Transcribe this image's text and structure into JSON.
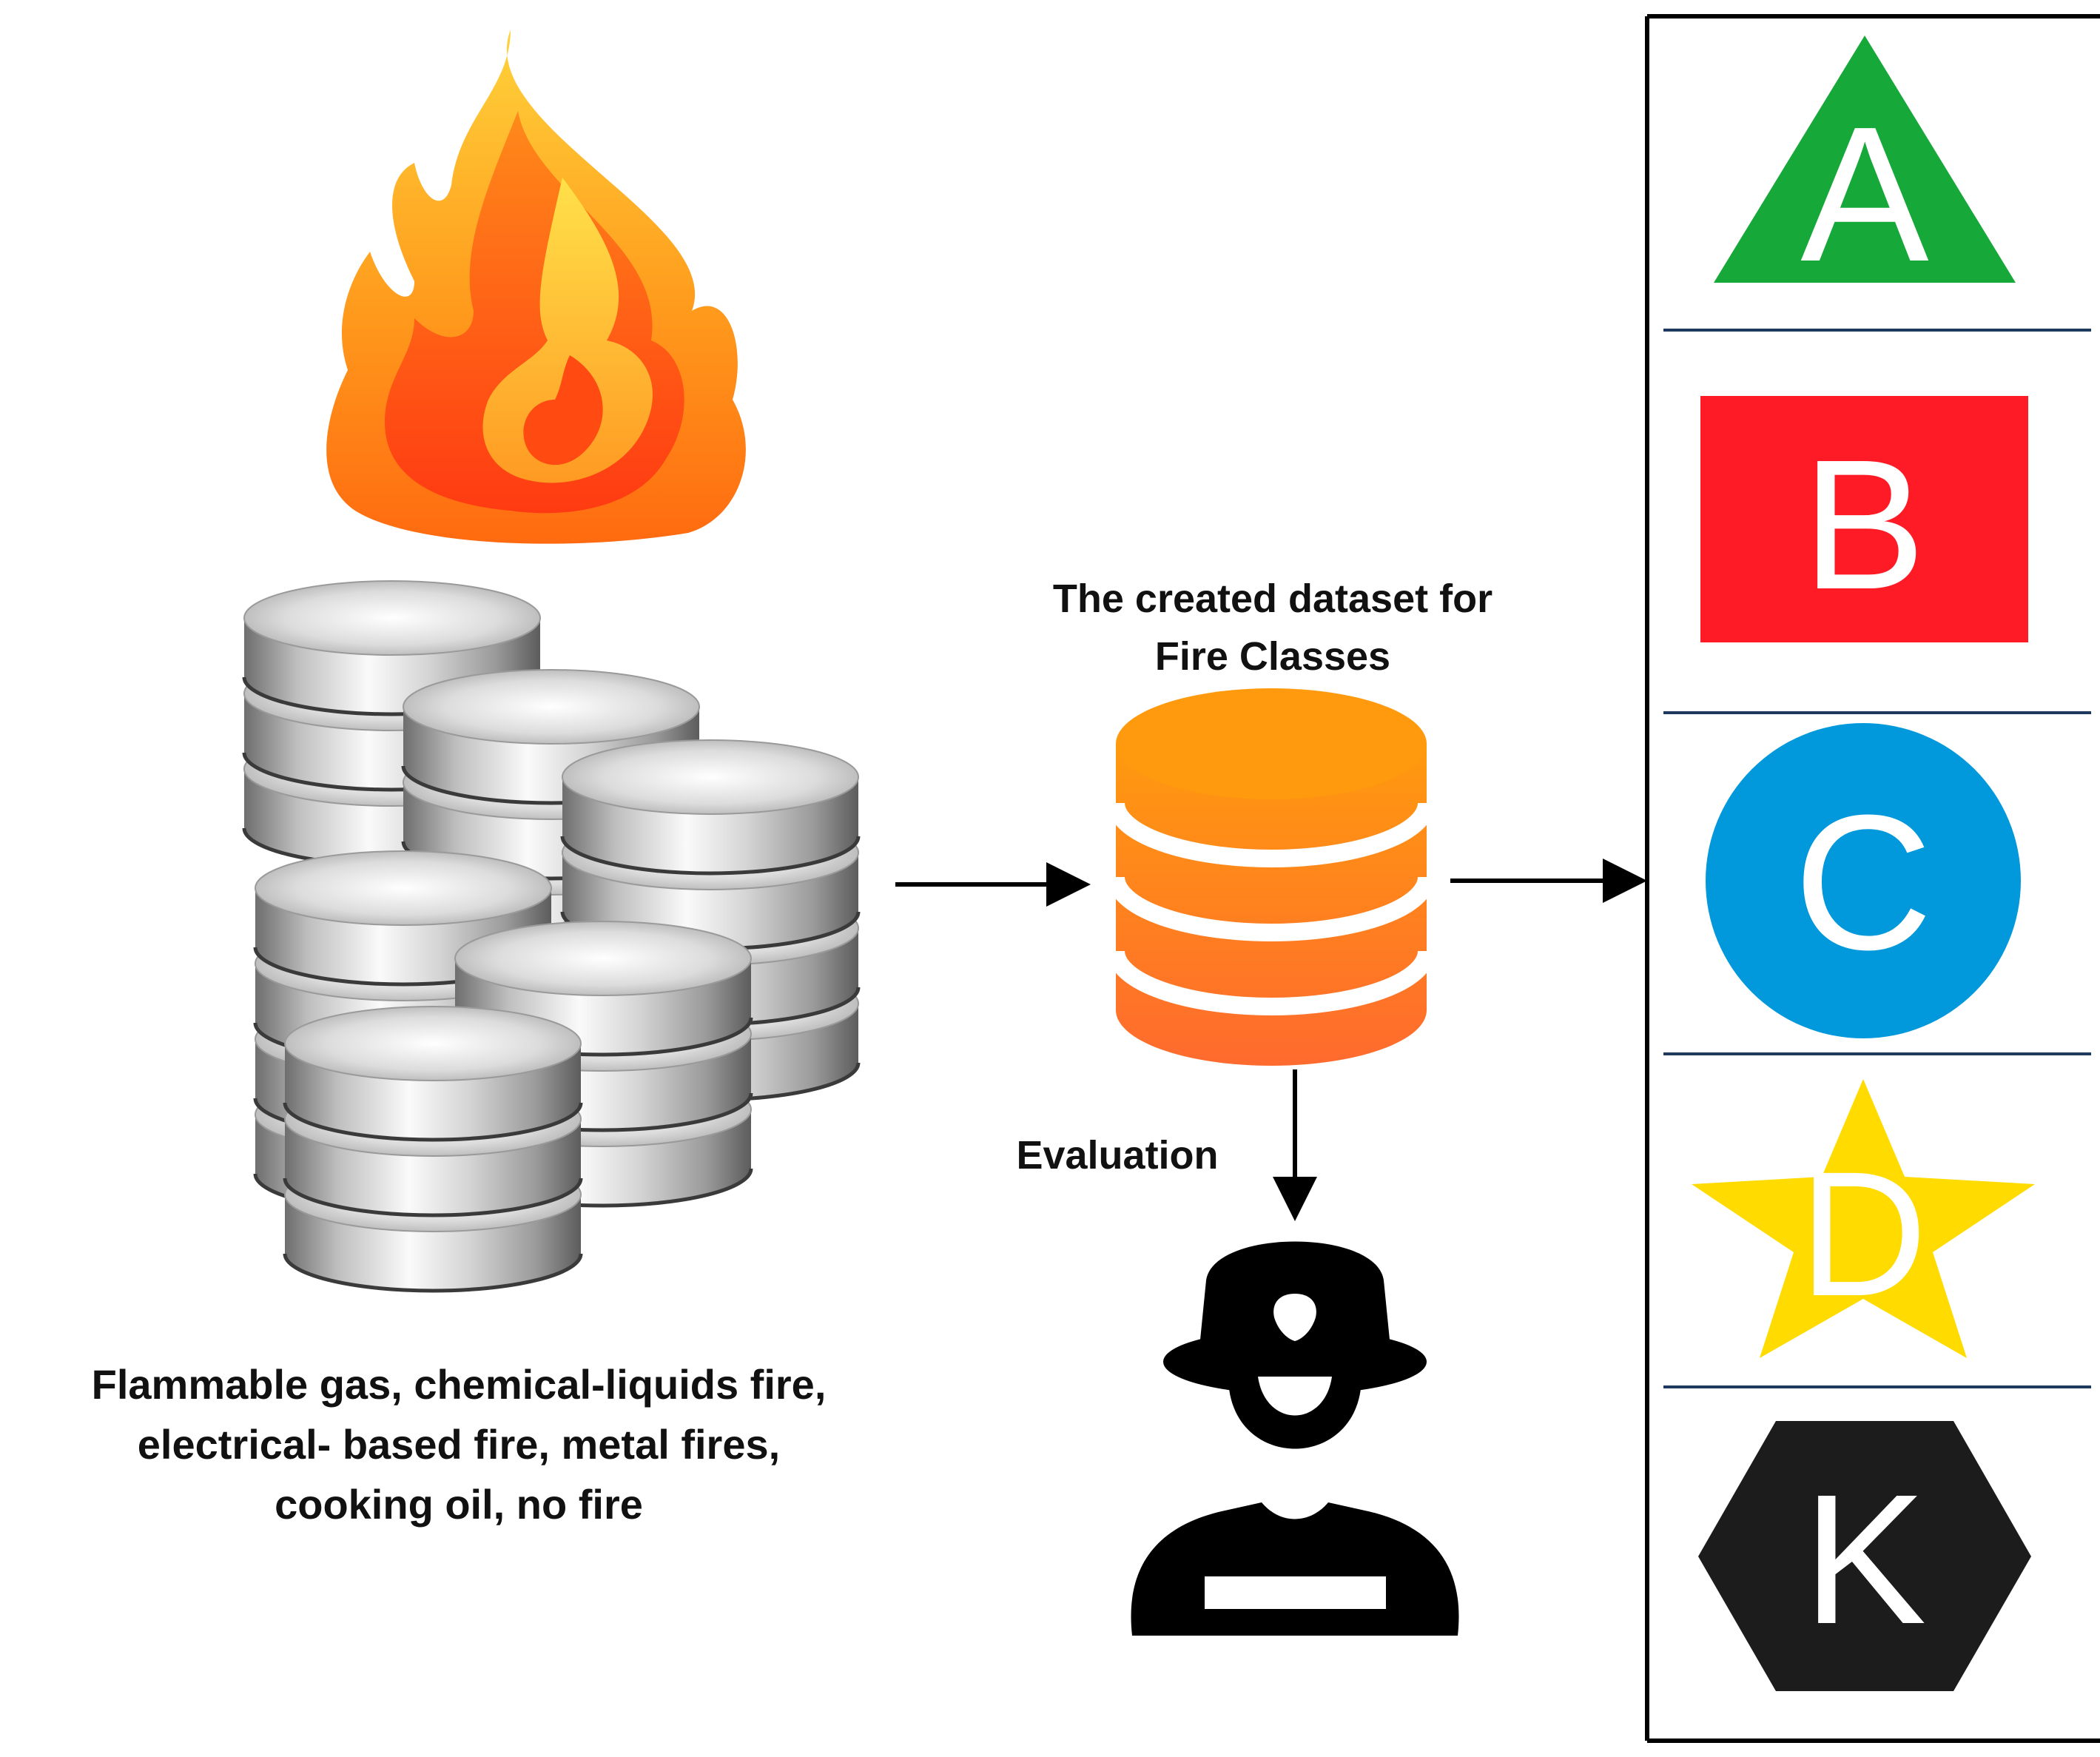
{
  "source_caption": {
    "lines": [
      "Flammable gas, chemical-liquids fire,",
      "electrical- based fire, metal fires,",
      "cooking oil, no fire"
    ]
  },
  "dataset_caption": {
    "lines": [
      "The created dataset for",
      "Fire Classes"
    ]
  },
  "evaluation_label": "Evaluation",
  "fire_classes": [
    {
      "letter": "A",
      "shape": "triangle",
      "color": "#17a83a",
      "letter_color": "#ffffff"
    },
    {
      "letter": "B",
      "shape": "square",
      "color": "#fe1b26",
      "letter_color": "#ffffff"
    },
    {
      "letter": "C",
      "shape": "circle",
      "color": "#0198dc",
      "letter_color": "#ffffff"
    },
    {
      "letter": "D",
      "shape": "star",
      "color": "#ffdb00",
      "letter_color": "#ffffff"
    },
    {
      "letter": "K",
      "shape": "hexagon",
      "color": "#1c1c1c",
      "letter_color": "#ffffff"
    }
  ],
  "colors": {
    "divider": "#1f3a5f",
    "arrow": "#000000",
    "frame": "#000000",
    "dataset_top": "#ff9a0e",
    "dataset_bottom": "#ff6a2e",
    "firefighter": "#000000"
  },
  "icons": [
    "fire-icon",
    "server-stack-icon",
    "database-icon",
    "firefighter-icon"
  ]
}
